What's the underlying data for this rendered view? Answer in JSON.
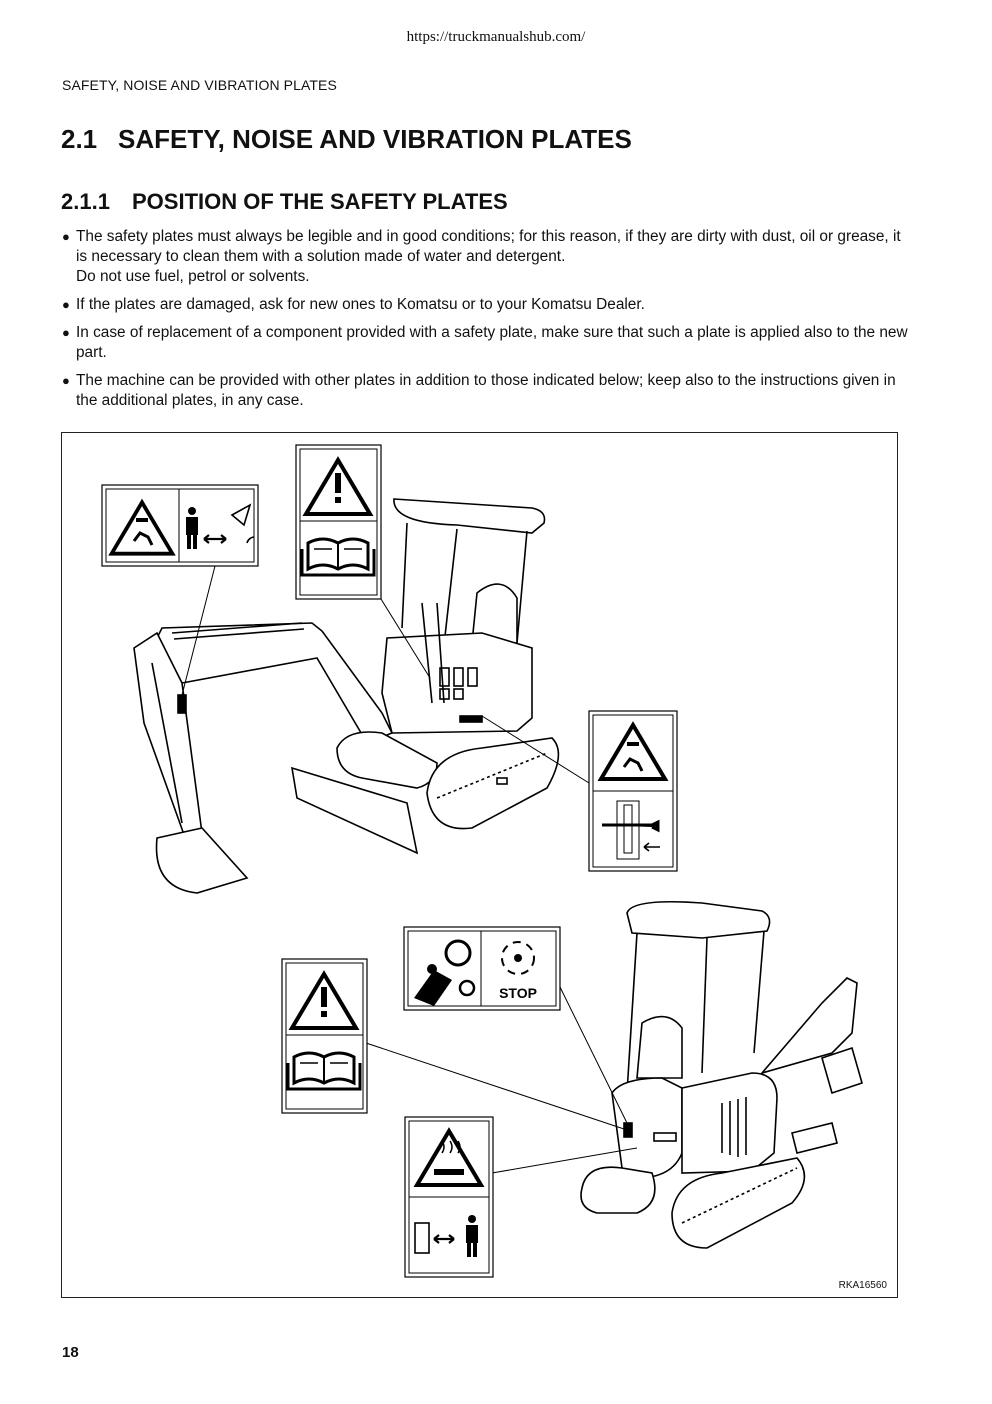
{
  "header": {
    "url": "https://truckmanualshub.com/",
    "running_head": "SAFETY, NOISE AND VIBRATION PLATES"
  },
  "section": {
    "number": "2.1",
    "title": "SAFETY, NOISE AND VIBRATION PLATES"
  },
  "subsection": {
    "number": "2.1.1",
    "title": "POSITION OF THE SAFETY PLATES"
  },
  "bullets": [
    {
      "lines": [
        "The safety plates must always be legible and in good conditions; for this reason, if they are dirty with dust, oil or grease, it is necessary to clean them with a solution made of water and detergent.",
        "Do not use fuel, petrol or solvents."
      ]
    },
    {
      "lines": [
        "If the plates are damaged, ask for new ones to Komatsu or to your Komatsu Dealer."
      ]
    },
    {
      "lines": [
        "In case of replacement of a component provided with a safety plate, make sure that such a plate is applied also to the new part."
      ]
    },
    {
      "lines": [
        "The machine can be provided with other plates in addition to those indicated below; keep also to the instructions given in the additional plates, in any case."
      ]
    }
  ],
  "figure": {
    "stop_label": "STOP",
    "code": "RKA16560"
  },
  "footer": {
    "page_number": "18"
  }
}
